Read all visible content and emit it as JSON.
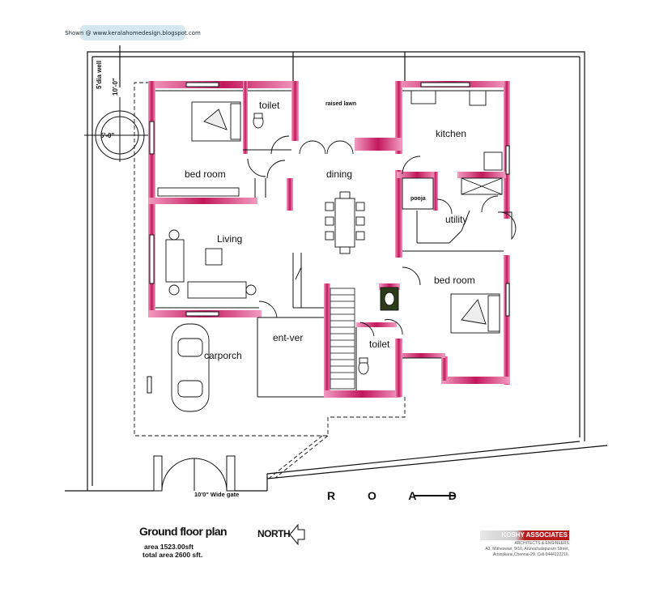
{
  "source_badge": "Shown @  www.keralahomedesign.blogspot.com",
  "labels": {
    "toilet_top": "toilet",
    "raised_lawn": "raised lawn",
    "kitchen": "kitchen",
    "bed_room_left": "bed room",
    "dining": "dining",
    "pooja": "pooja",
    "utility": "utility",
    "living": "Living",
    "bed_room_right": "bed room",
    "ent_ver": "ent-ver",
    "carporch": "carporch",
    "toilet_bottom": "toilet",
    "dia_well": "5'dia well",
    "dim_vertical": "10'-0\"",
    "dim_horizontal": "5'-0\"",
    "gate": "10'0\" Wide gate"
  },
  "road": "R O A D",
  "title_block": {
    "title": "Ground floor plan",
    "area": "area 1523.00sft",
    "total_area": "total area 2600 sft."
  },
  "north_label": "NORTH",
  "architect": {
    "name": "KOSHY ASSOCIATES",
    "tagline": "ARCHITECTS & ENGINEERS",
    "address1": "A3, Maheswari, 9/10, Arunachalapuram Street,",
    "address2": "Aminjikarai,Chennai-29. Cell-9444122216."
  },
  "colors": {
    "wall": "#c2185b",
    "wall_light": "#e87aa8",
    "line": "#111111",
    "badge_bg": "#d6e8ef"
  }
}
